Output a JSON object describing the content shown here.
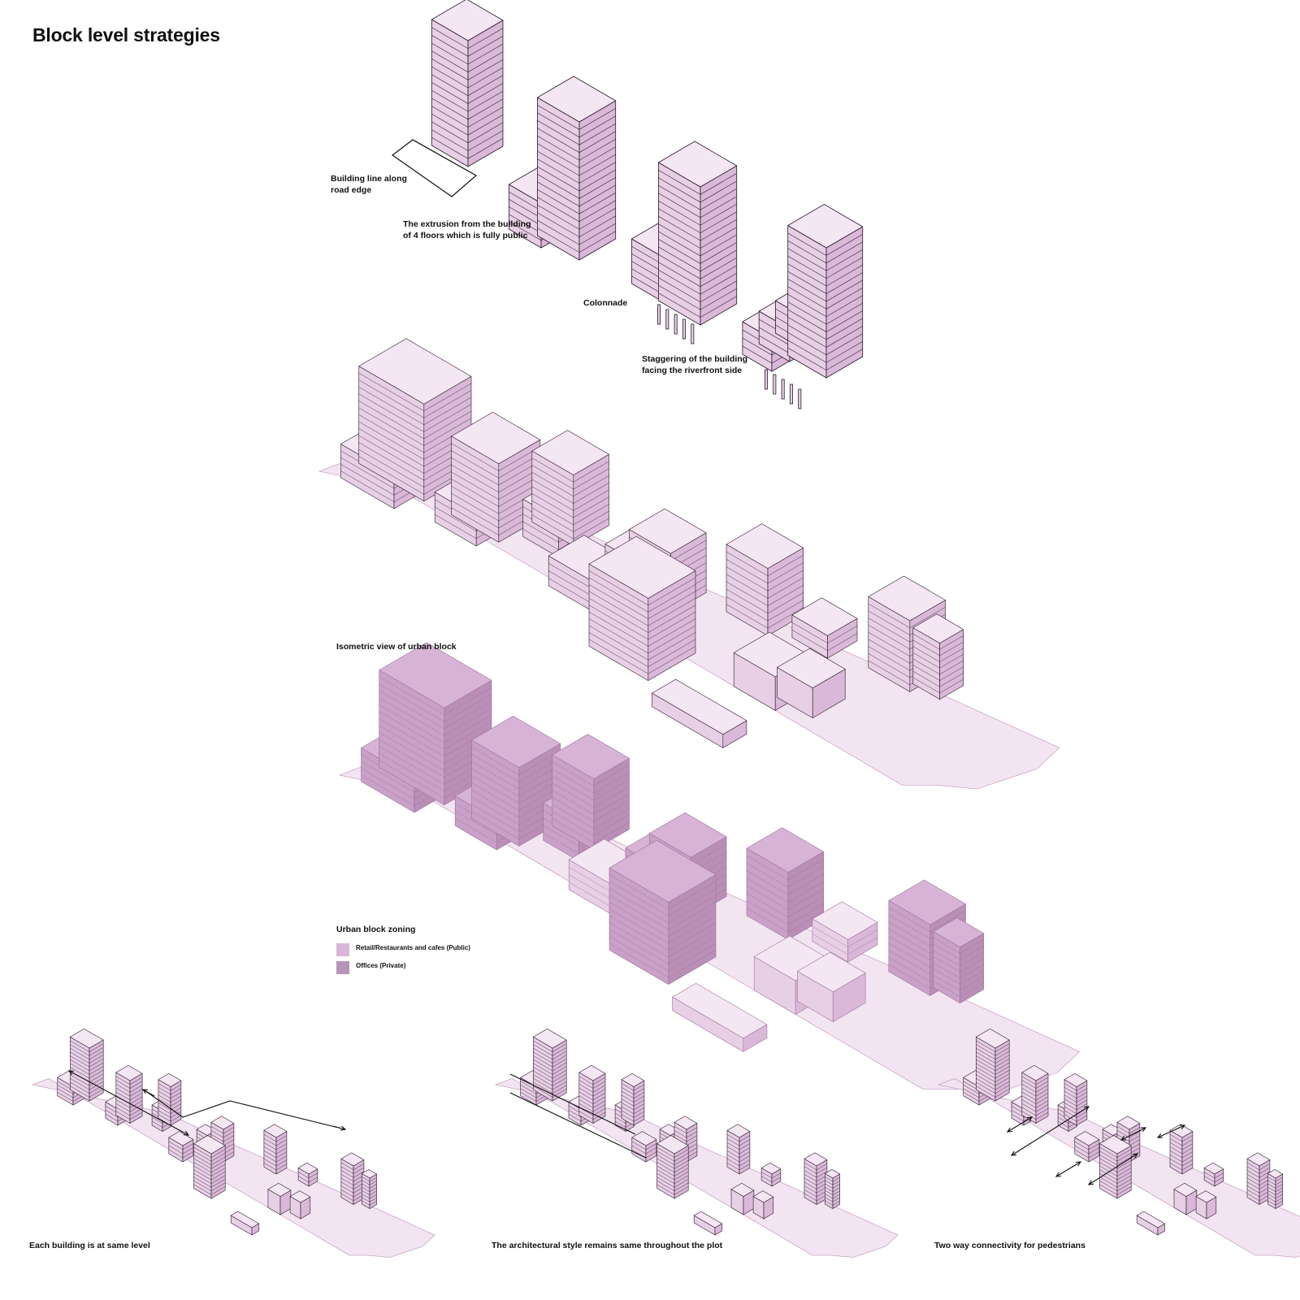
{
  "page": {
    "title": "Block level strategies"
  },
  "strategies": [
    {
      "id": "building-line",
      "label": "Building line along\nroad edge"
    },
    {
      "id": "extrusion",
      "label": "The extrusion from the building\nof 4 floors which is fully public"
    },
    {
      "id": "colonnade",
      "label": "Colonnade"
    },
    {
      "id": "staggering",
      "label": "Staggering of the building\nfacing the riverfront side"
    }
  ],
  "isometric_view": {
    "caption": "Isometric view of urban block"
  },
  "zoning": {
    "title": "Urban block zoning",
    "legend": [
      {
        "label": "Retail/Restaurants and cafes (Public)",
        "color": "#d8b7d6"
      },
      {
        "label": "Offices (Private)",
        "color": "#b992b8"
      }
    ]
  },
  "bottom_diagrams": [
    {
      "caption": "Each building is at same level"
    },
    {
      "caption": "The architectural style remains same throughout the plot"
    },
    {
      "caption": "Two way connectivity for pedestrians"
    }
  ],
  "colors": {
    "massing_top": "#f4e6f3",
    "massing_left": "#e7cfe6",
    "massing_right": "#d9b8d8",
    "zoning_top": "#d7b3d5",
    "zoning_left": "#c9a0c7",
    "zoning_right": "#b98eb7",
    "ground": "#f3e4f2",
    "line": "#2a1a2a"
  }
}
